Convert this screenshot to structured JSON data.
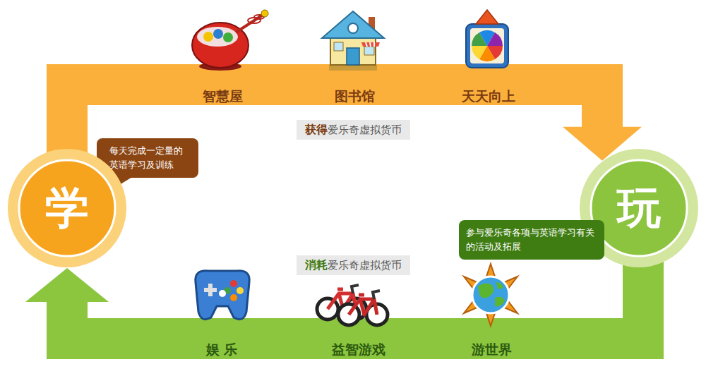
{
  "diagram": {
    "nodes": [
      {
        "text": [
          "获得",
          "爱乐奇虚拟货币"
        ]
      },
      {
        "text": [
          "每天完成一定量的英语学习及训练"
        ]
      },
      {
        "text": [
          "学"
        ]
      },
      {
        "text": [
          "玩"
        ]
      },
      {
        "text": [
          "参与爱乐奇各项与英语学习有关的活动及拓展"
        ]
      },
      {
        "text": [
          "消耗",
          "爱乐奇虚拟货币"
        ]
      }
    ],
    "edges": [
      {
        "from": 2,
        "to": 3,
        "arrow": "to"
      },
      {
        "from": 3,
        "to": 2,
        "arrow": "to"
      }
    ],
    "labels": [
      "智慧屋",
      "图书馆",
      "天天向上",
      "娱 乐",
      "益智游戏",
      "游世界"
    ]
  }
}
